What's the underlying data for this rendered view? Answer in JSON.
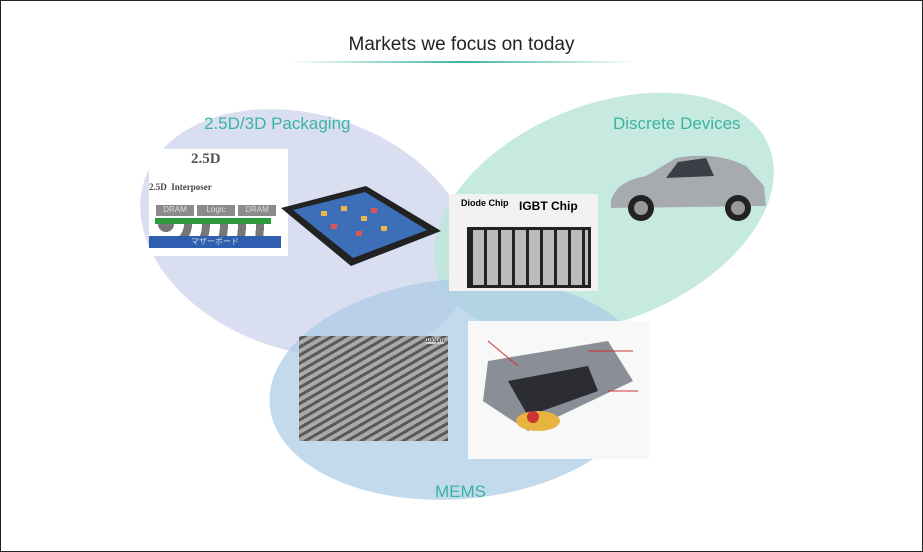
{
  "title": "Markets we focus on today",
  "markets": {
    "packaging": {
      "label": "2.5D/3D Packaging",
      "diagram": {
        "title": "2.5D",
        "interposer": "2.5D  Interposer",
        "chips": [
          "DRAM",
          "Logic",
          "DRAM"
        ],
        "board": "マザーボード"
      }
    },
    "discrete": {
      "label": "Discrete Devices",
      "module": {
        "diode": "Diode Chip",
        "igbt": "IGBT Chip"
      }
    },
    "mems": {
      "label": "MEMS",
      "scale": "100μm"
    }
  },
  "colors": {
    "accent": "#3bb3a0",
    "packaging": "#d5dbee",
    "discrete": "#bde6da",
    "mems": "#b5d2ea"
  }
}
